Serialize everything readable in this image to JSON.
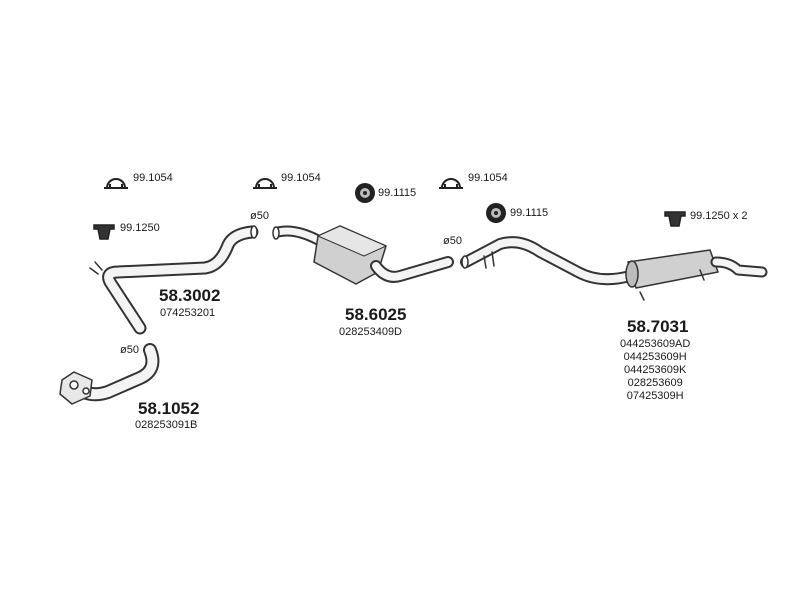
{
  "clamps": [
    {
      "code": "99.1054"
    },
    {
      "code": "99.1054"
    },
    {
      "code": "99.1054"
    }
  ],
  "rubber_mounts": [
    {
      "code": "99.1115"
    },
    {
      "code": "99.1115"
    }
  ],
  "brackets": [
    {
      "code": "99.1250"
    },
    {
      "code": "99.1250 x 2"
    }
  ],
  "diameters": [
    "ø50",
    "ø50",
    "ø50"
  ],
  "parts": [
    {
      "number": "58.3002",
      "refs": [
        "074253201"
      ]
    },
    {
      "number": "58.1052",
      "refs": [
        "028253091B"
      ]
    },
    {
      "number": "58.6025",
      "refs": [
        "028253409D"
      ]
    },
    {
      "number": "58.7031",
      "refs": [
        "044253609AD",
        "044253609H",
        "044253609K",
        "028253609",
        "07425309H"
      ]
    }
  ]
}
